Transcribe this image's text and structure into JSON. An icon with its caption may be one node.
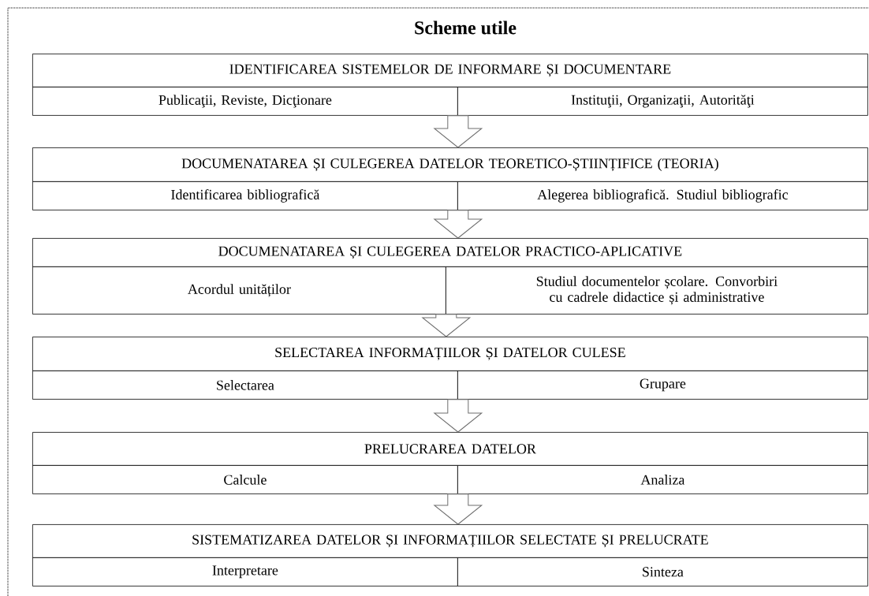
{
  "diagram": {
    "title": "Scheme utile",
    "nodes": [
      {
        "text": [
          "IDENTIFICAREA SISTEMELOR DE INFORMARE ȘI DOCUMENTARE"
        ]
      },
      {
        "text": [
          "Publicaţii, Reviste, Dicţionare"
        ]
      },
      {
        "text": [
          "Instituţii, Organizaţii, Autorităţi"
        ]
      },
      {
        "text": [
          "DOCUMENATAREA ȘI CULEGEREA DATELOR TEORETICO-ȘTIINȚIFICE (TEORIA)"
        ]
      },
      {
        "text": [
          "Identificarea bibliografică"
        ]
      },
      {
        "text": [
          "Alegerea bibliografică. Studiul bibliografic"
        ]
      },
      {
        "text": [
          "DOCUMENATAREA ȘI CULEGEREA DATELOR PRACTICO-APLICATIVE"
        ]
      },
      {
        "text": [
          "Acordul unităților"
        ]
      },
      {
        "text": [
          "Studiul documentelor școlare. Convorbiri cu cadrele didactice și administrative"
        ]
      },
      {
        "text": [
          "SELECTAREA INFORMAȚIILOR ȘI DATELOR CULESE"
        ]
      },
      {
        "text": [
          "Selectarea"
        ]
      },
      {
        "text": [
          "Grupare"
        ]
      },
      {
        "text": [
          "PRELUCRAREA DATELOR"
        ]
      },
      {
        "text": [
          "Calcule"
        ]
      },
      {
        "text": [
          "Analiza"
        ]
      },
      {
        "text": [
          "SISTEMATIZAREA DATELOR ȘI INFORMAȚIILOR SELECTATE ȘI PRELUCRATE"
        ]
      },
      {
        "text": [
          "Interpretare"
        ]
      },
      {
        "text": [
          "Sinteza"
        ]
      }
    ],
    "edges": [
      {
        "from": 1,
        "to": 3,
        "arrow": "to"
      },
      {
        "from": 4,
        "to": 6,
        "arrow": "to"
      },
      {
        "from": 7,
        "to": 9,
        "arrow": "to"
      },
      {
        "from": 10,
        "to": 12,
        "arrow": "to"
      },
      {
        "from": 13,
        "to": 15,
        "arrow": "to"
      }
    ]
  }
}
